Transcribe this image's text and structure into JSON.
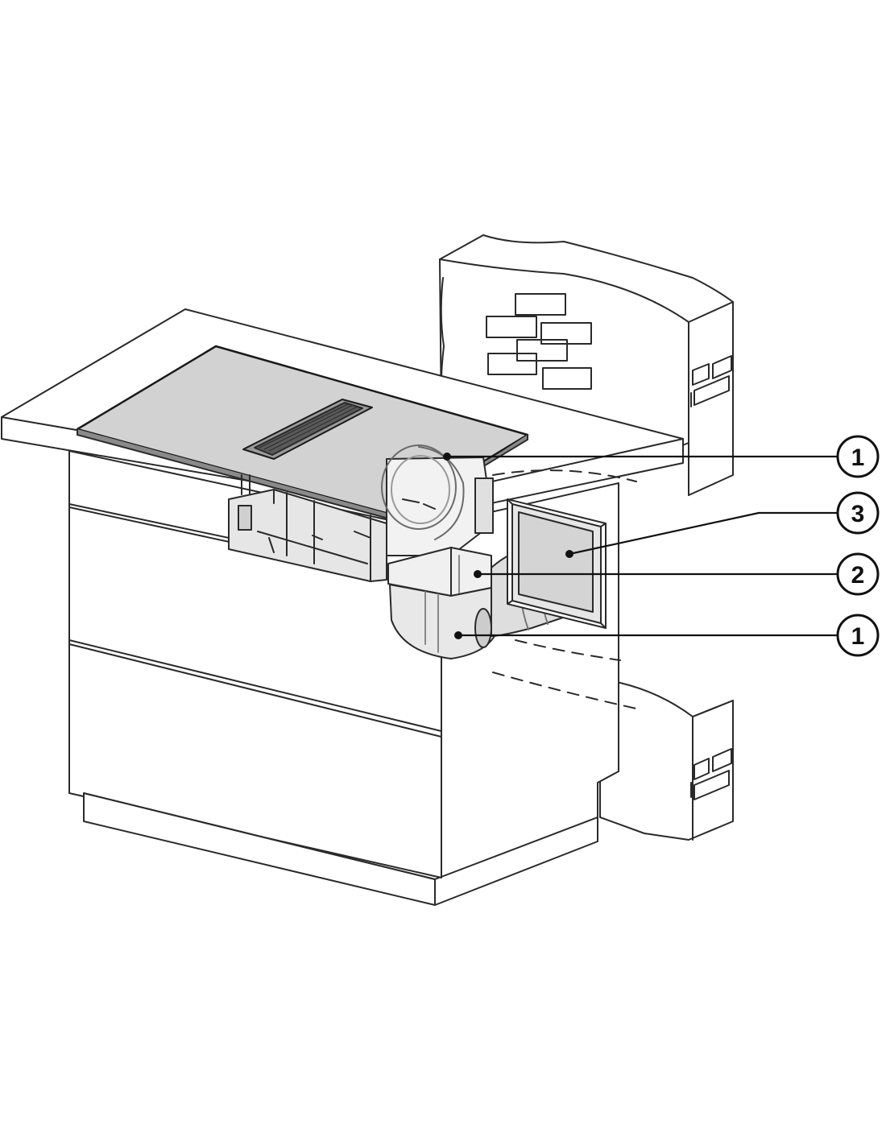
{
  "callouts": [
    {
      "id": "c1a",
      "label": "1",
      "part": "elbow"
    },
    {
      "id": "c3",
      "label": "3",
      "part": "wall-box"
    },
    {
      "id": "c2",
      "label": "2",
      "part": "flat-duct-connector"
    },
    {
      "id": "c1b",
      "label": "1",
      "part": "elbow"
    }
  ]
}
